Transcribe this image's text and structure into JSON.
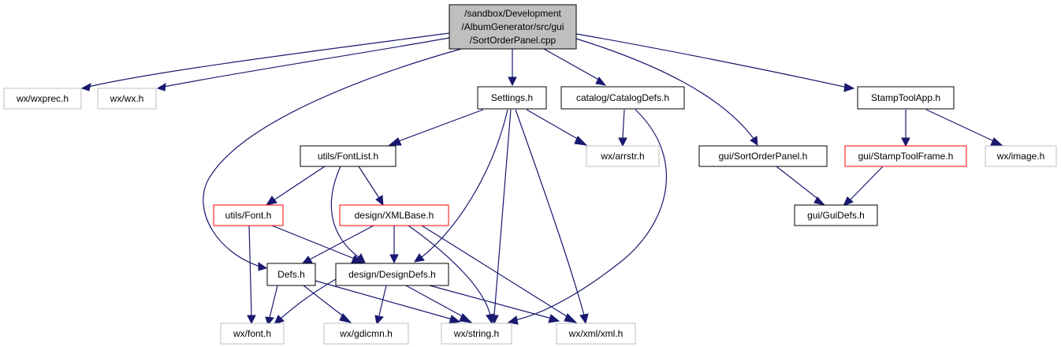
{
  "graph": {
    "root": {
      "lines": [
        "/sandbox/Development",
        "/AlbumGenerator/src/gui",
        "/SortOrderPanel.cpp"
      ]
    },
    "nodes": {
      "wxprec": "wx/wxprec.h",
      "wx": "wx/wx.h",
      "settings": "Settings.h",
      "catalogdefs": "catalog/CatalogDefs.h",
      "sortorderpanel": "gui/SortOrderPanel.h",
      "stamptoolapp": "StampToolApp.h",
      "fontlist": "utils/FontList.h",
      "arrstr": "wx/arrstr.h",
      "stamptoolframe": "gui/StampToolFrame.h",
      "image": "wx/image.h",
      "guidefs": "gui/GuiDefs.h",
      "font": "utils/Font.h",
      "xmlbase": "design/XMLBase.h",
      "defs": "Defs.h",
      "designdefs": "design/DesignDefs.h",
      "wxfont": "wx/font.h",
      "gdicmn": "wx/gdicmn.h",
      "string": "wx/string.h",
      "xml": "wx/xml/xml.h"
    }
  },
  "colors": {
    "edge": "#191970",
    "root_fill": "#bfbfbf",
    "documented_border": "#000000",
    "undocumented_border": "#bfbfbf",
    "truncated_border": "#ff0000"
  }
}
